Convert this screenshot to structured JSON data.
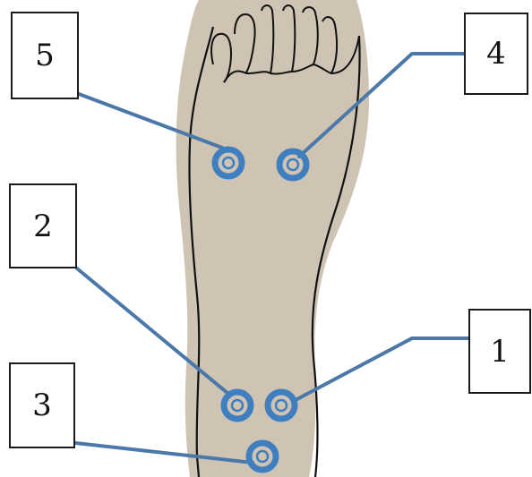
{
  "labels": {
    "five": "5",
    "four": "4",
    "two": "2",
    "one": "1",
    "three": "3"
  },
  "colors": {
    "sole_fill": "#cfc4b4",
    "outline": "#111111",
    "marker_ring": "#3f7fbf",
    "leader_line": "#4a78a8"
  }
}
